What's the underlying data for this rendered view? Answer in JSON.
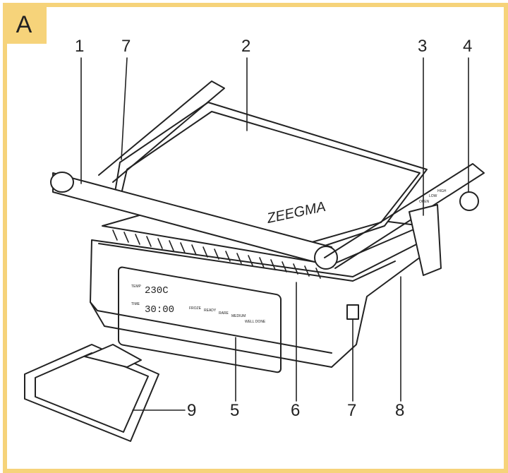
{
  "figure_tag": "A",
  "brand": "ZEEGMA",
  "display": {
    "temp_readout": "230C",
    "time_readout": "30:00"
  },
  "panel_buttons": [
    "TEMP",
    "TIME"
  ],
  "presets": [
    "FROZE",
    "READY",
    "RARE",
    "MEDIUM",
    "WELL DONE"
  ],
  "dial_labels": [
    "HIGH",
    "LOW",
    "OPEN"
  ],
  "callouts": [
    "1",
    "7",
    "2",
    "3",
    "4",
    "5",
    "6",
    "7",
    "8",
    "9"
  ],
  "colors": {
    "border": "#f6d37a",
    "line": "#222222"
  }
}
